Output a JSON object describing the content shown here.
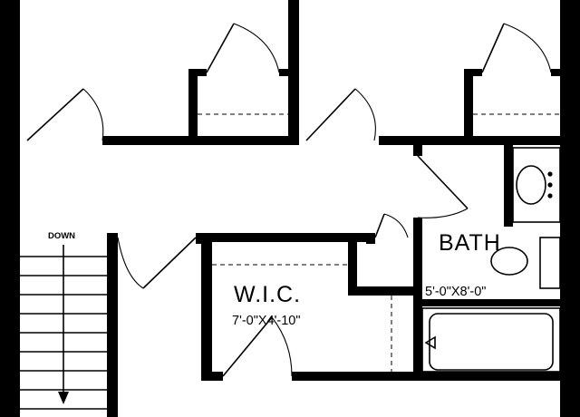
{
  "labels": {
    "down": "DOWN",
    "bath_name": "BATH",
    "bath_dims": "5'-0\"X8'-0\"",
    "wic_name": "W.I.C.",
    "wic_dims": "7'-0\"X4'-10\""
  },
  "colors": {
    "line": "#000000",
    "background": "#ffffff"
  }
}
